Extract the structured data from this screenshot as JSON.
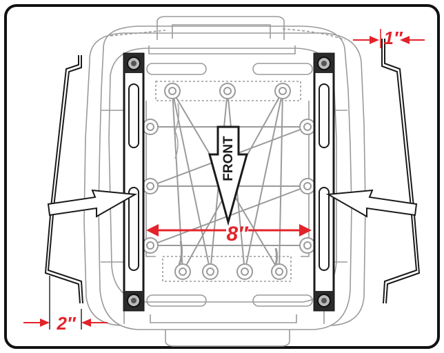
{
  "diagram": {
    "labels": {
      "front": "FRONT",
      "width_dim": "8″",
      "top_offset_dim": "1″",
      "bottom_offset_dim": "2″"
    },
    "colors": {
      "accent_red": "#e3232a",
      "outline_gray": "#9a9a9a",
      "bracket_black": "#1a1a1a",
      "frame_border": "#111111"
    },
    "icons": {
      "left_pointer": "arrow-right-icon",
      "right_pointer": "arrow-left-icon",
      "front_direction": "arrow-down-icon"
    }
  }
}
